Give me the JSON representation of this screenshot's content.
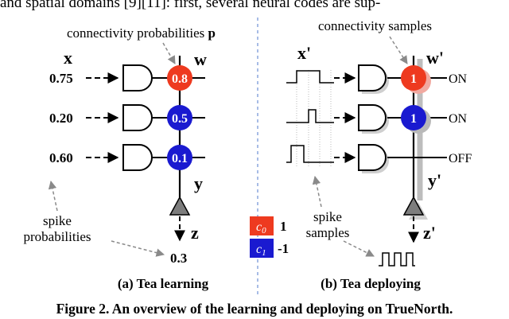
{
  "header_text": "and spatial domains [9][11]: first, several neural codes are sup-",
  "left_panel": {
    "annotation_top": "connectivity probabilities",
    "annotation_top_symbol": "p",
    "input_label": "x",
    "weight_label": "w",
    "inputs": [
      "0.75",
      "0.20",
      "0.60"
    ],
    "neurons": [
      "0.8",
      "0.5",
      "0.1"
    ],
    "output_label_y": "y",
    "output_label_z": "z",
    "annotation_bottom_line1": "spike",
    "annotation_bottom_line2": "probabilities",
    "output_value": "0.3",
    "caption": "(a) Tea learning"
  },
  "right_panel": {
    "annotation_top": "connectivity samples",
    "input_label": "x'",
    "weight_label": "w'",
    "neurons": [
      "1",
      "1",
      ""
    ],
    "states": [
      "ON",
      "ON",
      "OFF"
    ],
    "output_label_y": "y'",
    "output_label_z": "z'",
    "annotation_bottom_line1": "spike",
    "annotation_bottom_line2": "samples",
    "caption": "(b) Tea deploying"
  },
  "legend": {
    "c0_symbol": "c",
    "c0_subscript": "0",
    "c0_value": "1",
    "c1_symbol": "c",
    "c1_subscript": "1",
    "c1_value": "-1"
  },
  "figure_caption": "Figure 2. An overview of the learning and deploying on TrueNorth.",
  "colors": {
    "red": "#ee3a1f",
    "blue": "#1a1ad0",
    "gray": "#808080",
    "dashed": "#7a7a7a",
    "separator": "#6d8fd6"
  }
}
